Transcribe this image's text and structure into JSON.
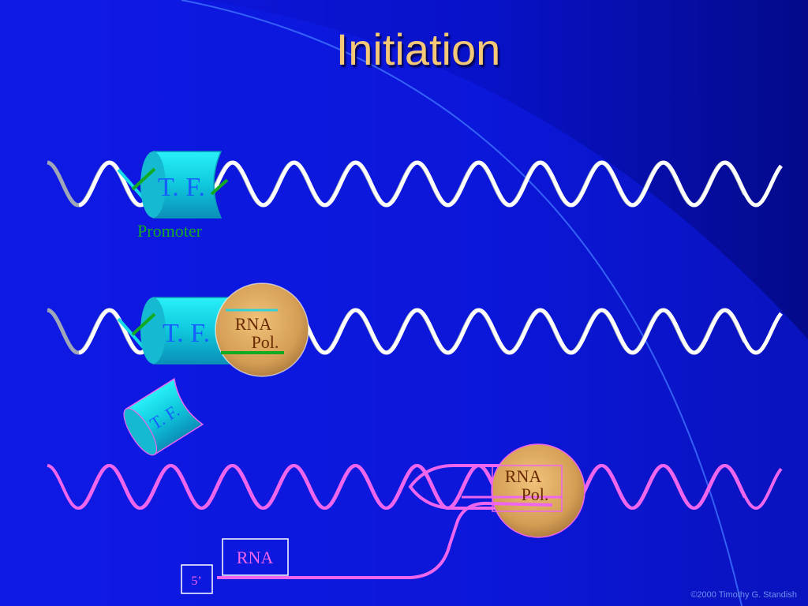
{
  "title": "Initiation",
  "labels": {
    "tf": "T. F.",
    "promoter": "Promoter",
    "rna_pol_line1": "RNA",
    "rna_pol_line2": "Pol.",
    "rna": "RNA",
    "five_prime": "5’"
  },
  "credit": "©2000 Timothy G. Standish",
  "colors": {
    "background": "#0a10d8",
    "strand_white": "#ffffff",
    "strand_gray": "#9ea6b8",
    "strand_pink": "#ee66ee",
    "tf_cyan": "#12d8e8",
    "tf_label": "#1560ff",
    "polymerase": "#d9a457",
    "polymerase_text": "#6a2a00",
    "promoter": "#12aa22",
    "title": "#f5c878"
  }
}
